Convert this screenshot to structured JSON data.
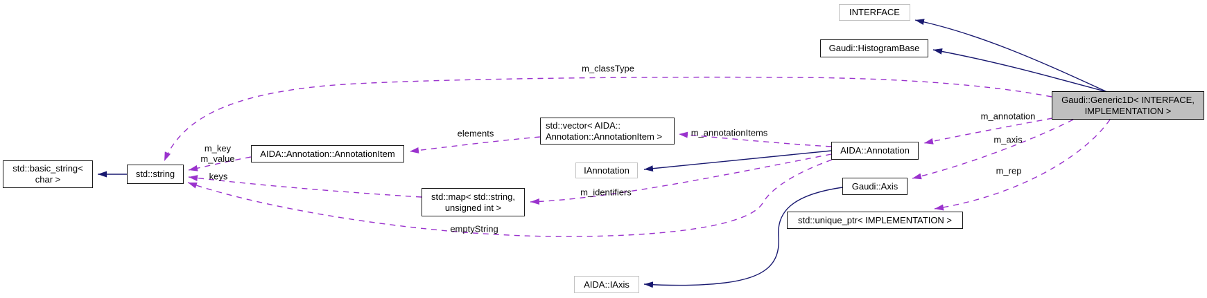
{
  "diagram": {
    "type": "class-collaboration-graph",
    "nodes": [
      {
        "id": "interface",
        "label": "INTERFACE",
        "external": true,
        "focus": false
      },
      {
        "id": "gaudi-histogrambase",
        "label": "Gaudi::HistogramBase",
        "external": false,
        "focus": false
      },
      {
        "id": "gaudi-generic1d",
        "label": "Gaudi::Generic1D< INTERFACE,\nIMPLEMENTATION >",
        "external": false,
        "focus": true
      },
      {
        "id": "std-vector",
        "label": "std::vector< AIDA::\nAnnotation::AnnotationItem >",
        "external": false,
        "focus": false
      },
      {
        "id": "iannotation",
        "label": "IAnnotation",
        "external": true,
        "focus": false
      },
      {
        "id": "aida-annotation",
        "label": "AIDA::Annotation",
        "external": false,
        "focus": false
      },
      {
        "id": "aida-annotationitem",
        "label": "AIDA::Annotation::AnnotationItem",
        "external": false,
        "focus": false
      },
      {
        "id": "std-string",
        "label": "std::string",
        "external": false,
        "focus": false
      },
      {
        "id": "std-basic-string",
        "label": "std::basic_string<\nchar >",
        "external": false,
        "focus": false
      },
      {
        "id": "std-map",
        "label": "std::map< std::string,\nunsigned int >",
        "external": false,
        "focus": false
      },
      {
        "id": "gaudi-axis",
        "label": "Gaudi::Axis",
        "external": false,
        "focus": false
      },
      {
        "id": "std-unique-ptr",
        "label": "std::unique_ptr< IMPLEMENTATION >",
        "external": false,
        "focus": false
      },
      {
        "id": "aida-iaxis",
        "label": "AIDA::IAxis",
        "external": true,
        "focus": false
      }
    ],
    "edge_labels": [
      {
        "text": "m_classType"
      },
      {
        "text": "elements"
      },
      {
        "text": "m_annotationItems"
      },
      {
        "text": "m_key\nm_value"
      },
      {
        "text": "keys"
      },
      {
        "text": "m_identifiers"
      },
      {
        "text": "emptyString"
      },
      {
        "text": "m_annotation"
      },
      {
        "text": "m_axis"
      },
      {
        "text": "m_rep"
      }
    ],
    "edges": [
      {
        "from": "gaudi-generic1d",
        "to": "interface",
        "type": "inheritance",
        "label": ""
      },
      {
        "from": "gaudi-generic1d",
        "to": "gaudi-histogrambase",
        "type": "inheritance",
        "label": ""
      },
      {
        "from": "aida-annotation",
        "to": "iannotation",
        "type": "inheritance",
        "label": ""
      },
      {
        "from": "std-string",
        "to": "std-basic-string",
        "type": "inheritance",
        "label": ""
      },
      {
        "from": "gaudi-axis",
        "to": "aida-iaxis",
        "type": "inheritance",
        "label": ""
      },
      {
        "from": "gaudi-generic1d",
        "to": "std-string",
        "type": "usage",
        "label": "m_classType"
      },
      {
        "from": "gaudi-generic1d",
        "to": "aida-annotation",
        "type": "usage",
        "label": "m_annotation"
      },
      {
        "from": "gaudi-generic1d",
        "to": "gaudi-axis",
        "type": "usage",
        "label": "m_axis"
      },
      {
        "from": "gaudi-generic1d",
        "to": "std-unique-ptr",
        "type": "usage",
        "label": "m_rep"
      },
      {
        "from": "aida-annotation",
        "to": "std-vector",
        "type": "usage",
        "label": "m_annotationItems"
      },
      {
        "from": "aida-annotation",
        "to": "std-map",
        "type": "usage",
        "label": "m_identifiers"
      },
      {
        "from": "aida-annotation",
        "to": "std-string",
        "type": "usage",
        "label": "emptyString"
      },
      {
        "from": "std-vector",
        "to": "aida-annotationitem",
        "type": "usage",
        "label": "elements"
      },
      {
        "from": "aida-annotationitem",
        "to": "std-string",
        "type": "usage",
        "label": "m_key\nm_value"
      },
      {
        "from": "std-map",
        "to": "std-string",
        "type": "usage",
        "label": "keys"
      }
    ],
    "colors": {
      "inheritance_edge": "#191970",
      "usage_edge": "#9a32cd",
      "node_fill": "#ffffff",
      "focus_node_fill": "#bfbfbf",
      "node_border": "#1a1a1a",
      "external_node_border": "#c2c2c2"
    }
  }
}
